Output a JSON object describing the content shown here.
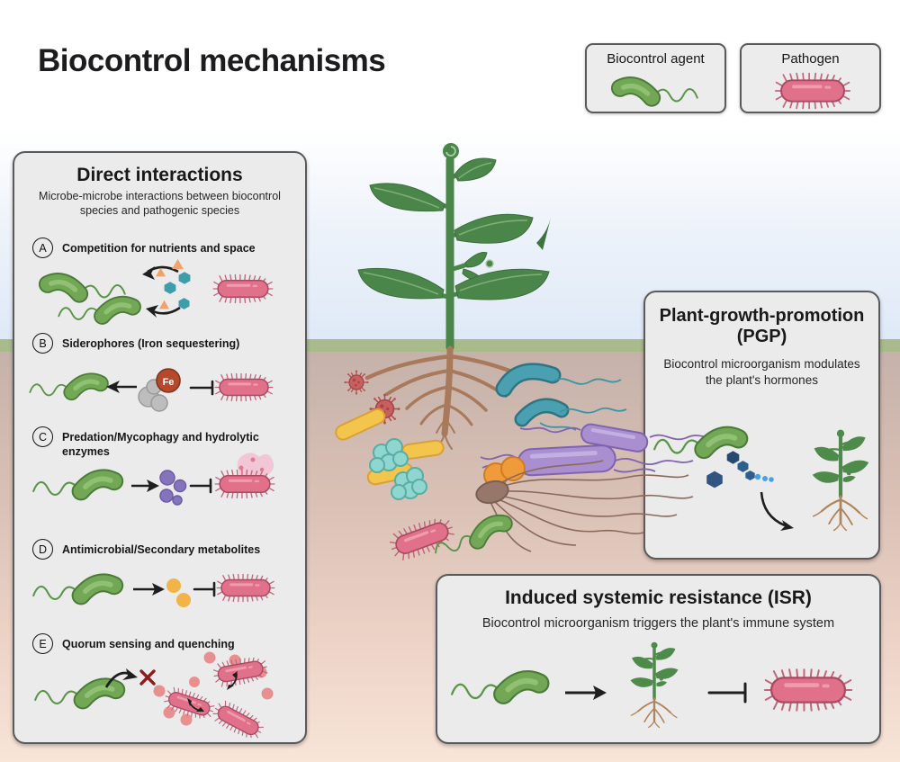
{
  "title": "Biocontrol mechanisms",
  "legend": {
    "biocontrol_agent": {
      "label": "Biocontrol agent",
      "icon": "green-bacterium-icon"
    },
    "pathogen": {
      "label": "Pathogen",
      "icon": "pathogen-bacterium-icon"
    }
  },
  "panels": {
    "direct": {
      "title": "Direct interactions",
      "subtitle": "Microbe-microbe interactions between biocontrol species and pathogenic species",
      "items": [
        {
          "letter": "A",
          "label": "Competition for nutrients and space"
        },
        {
          "letter": "B",
          "label": "Siderophores (Iron sequestering)"
        },
        {
          "letter": "C",
          "label": "Predation/Mycophagy and hydrolytic enzymes"
        },
        {
          "letter": "D",
          "label": "Antimicrobial/Secondary metabolites"
        },
        {
          "letter": "E",
          "label": "Quorum sensing and quenching"
        }
      ],
      "fe_label": "Fe"
    },
    "pgp": {
      "title": "Plant-growth-promotion (PGP)",
      "subtitle": "Biocontrol microorganism modulates the plant's hormones"
    },
    "isr": {
      "title": "Induced systemic resistance (ISR)",
      "subtitle": "Biocontrol microorganism triggers the plant's immune system"
    }
  },
  "icons": {
    "green-bacterium-icon": "green crescent rod with wavy flagellum",
    "pathogen-bacterium-icon": "pink capsule rod with radiating fimbriae spikes",
    "virus-icon": "red spiked sphere",
    "plant-icon": "green stem with leaves and brown roots",
    "iron-molecule-icon": "red-brown circle labelled Fe on gray siderophore blob",
    "nutrient-icons": "orange triangles and teal hexagons",
    "enzyme-icon": "purple blob cluster",
    "metabolite-icon": "yellow circles",
    "hormone-icon": "blue hexagon chain with dots",
    "inhibition-icon": "T-bar line",
    "arrow-icon": "black arrow",
    "cross-icon": "dark red X",
    "quorum-signal-icon": "small salmon dots"
  },
  "colors": {
    "biocontrol_green": "#71a755",
    "pathogen_pink": "#e1708a",
    "panel_bg": "#ebebeb",
    "sky_blue": "#dfe9f7",
    "ground_green": "#a9ba8b",
    "soil_top": "#c5b2aa",
    "soil_bottom": "#f8e4d8",
    "nutrient_orange": "#f0a269",
    "nutrient_teal": "#3d9daa",
    "iron_red": "#b5492c",
    "enzyme_purple": "#8474bc",
    "metabolite_yellow": "#f2b348",
    "quorum_red": "#e89090",
    "hormone_blue": "#2d5e8c",
    "root_brown": "#a8795b"
  }
}
